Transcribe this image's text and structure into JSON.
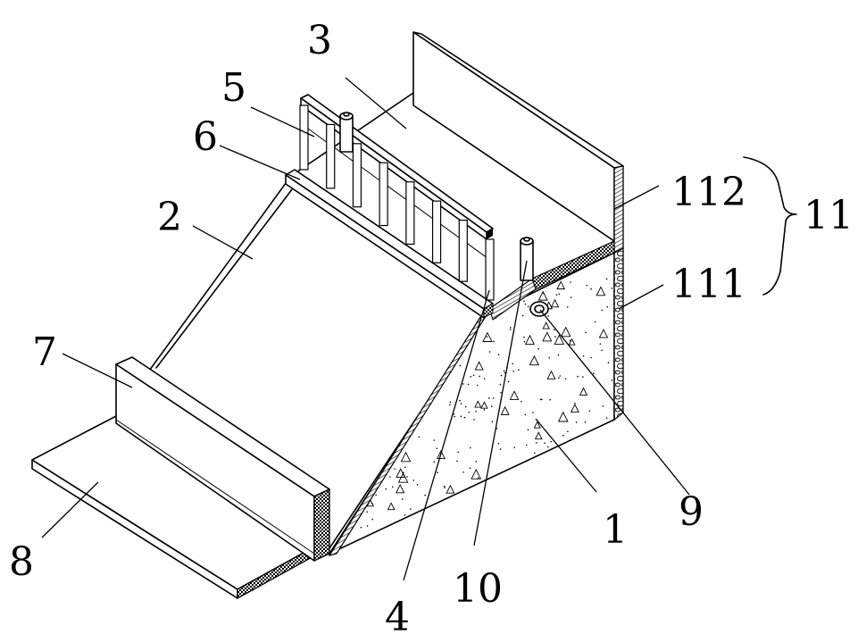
{
  "callouts": {
    "l1": "1",
    "l2": "2",
    "l3": "3",
    "l4": "4",
    "l5": "5",
    "l6": "6",
    "l7": "7",
    "l8": "8",
    "l9": "9",
    "l10": "10",
    "l11": "11",
    "l111": "111",
    "l112": "112"
  }
}
